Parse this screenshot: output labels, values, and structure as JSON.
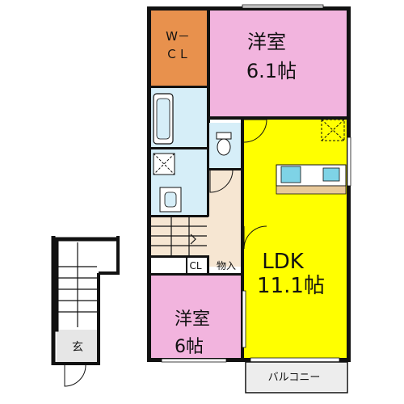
{
  "floor_plan": {
    "colors": {
      "western_room": "#F2B4DE",
      "ldk": "#FFFF00",
      "walk_in_closet": "#E8914D",
      "wet_area": "#D6EEF8",
      "hall": "#F6E6D2",
      "balcony": "#EDEDED",
      "entrance": "#E6E6E6"
    },
    "rooms": {
      "wcl": {
        "line1": "W－",
        "line2": "ＣＬ"
      },
      "western_upper": {
        "name": "洋室",
        "size": "6.1帖"
      },
      "western_lower": {
        "name": "洋室",
        "size": "6帖"
      },
      "ldk": {
        "name": "LDK",
        "size": "11.1帖"
      },
      "closet": {
        "label": "CL"
      },
      "storage": {
        "label": "物入"
      },
      "balcony": {
        "label": "バルコニー"
      },
      "entrance": {
        "label": "玄"
      }
    }
  }
}
